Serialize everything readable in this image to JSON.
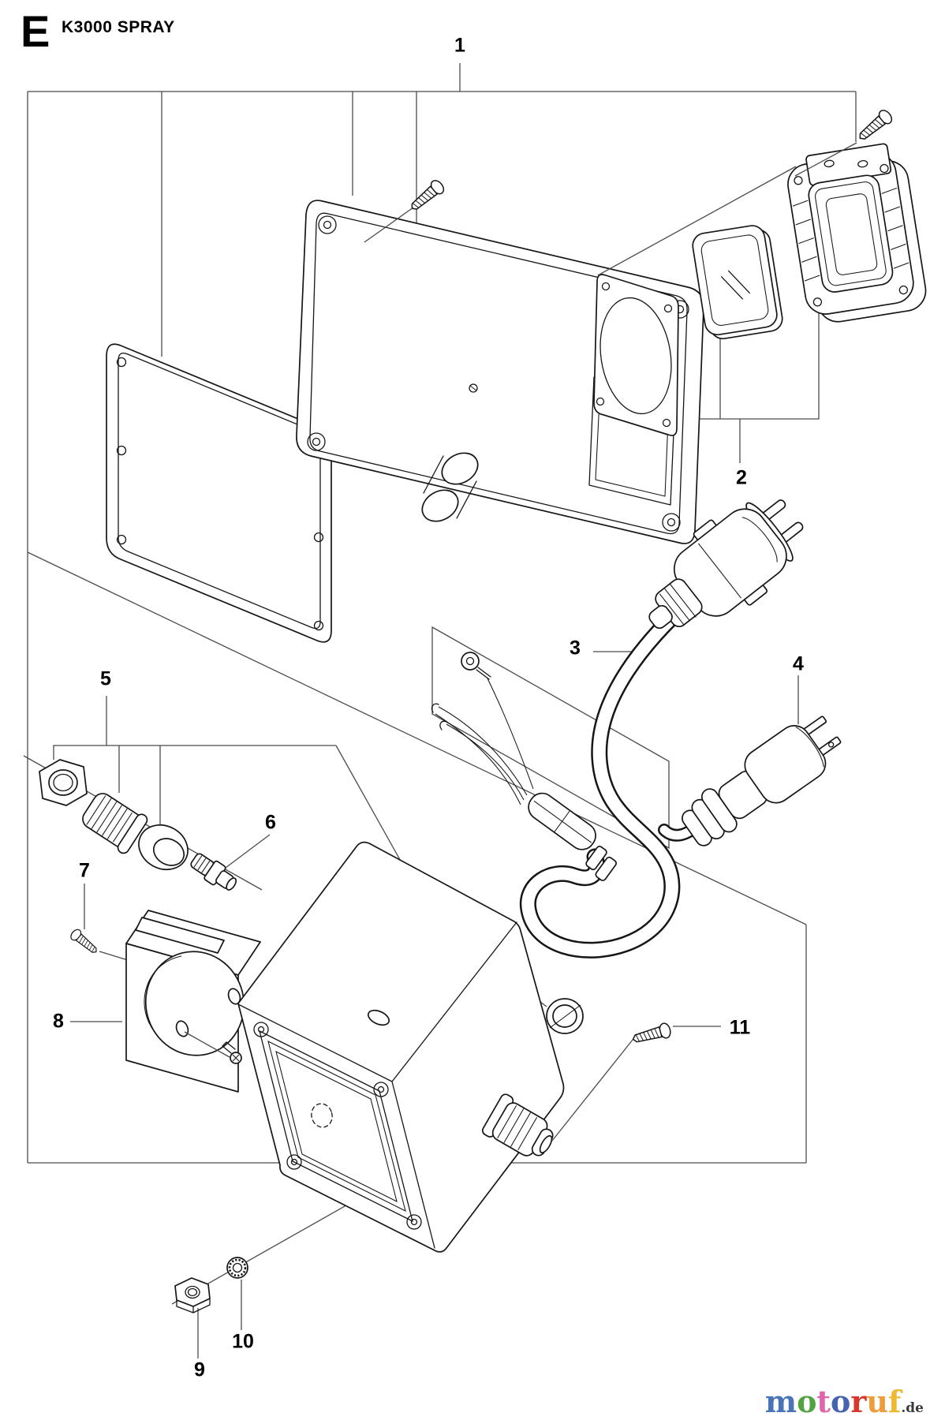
{
  "page": {
    "background": "#ffffff",
    "line_color": "#161616",
    "construction_line_color": "#4b4b4b"
  },
  "header": {
    "section_letter": "E",
    "model_name": "K3000 SPRAY"
  },
  "diagram": {
    "parts": [
      {
        "label": "1"
      },
      {
        "label": "2"
      },
      {
        "label": "3"
      },
      {
        "label": "4"
      },
      {
        "label": "5"
      },
      {
        "label": "6"
      },
      {
        "label": "7"
      },
      {
        "label": "8"
      },
      {
        "label": "9"
      },
      {
        "label": "10"
      },
      {
        "label": "11"
      }
    ]
  },
  "watermark": {
    "suffix": ".de",
    "suffix_color": "#3a3a3a",
    "letters": [
      {
        "char": "m",
        "color": "#4a74b8"
      },
      {
        "char": "o",
        "color": "#53a345"
      },
      {
        "char": "t",
        "color": "#e066ab"
      },
      {
        "char": "o",
        "color": "#4762ae"
      },
      {
        "char": "r",
        "color": "#d9372b"
      },
      {
        "char": "u",
        "color": "#ee9d3c"
      },
      {
        "char": "f",
        "color": "#edb92e"
      }
    ]
  }
}
